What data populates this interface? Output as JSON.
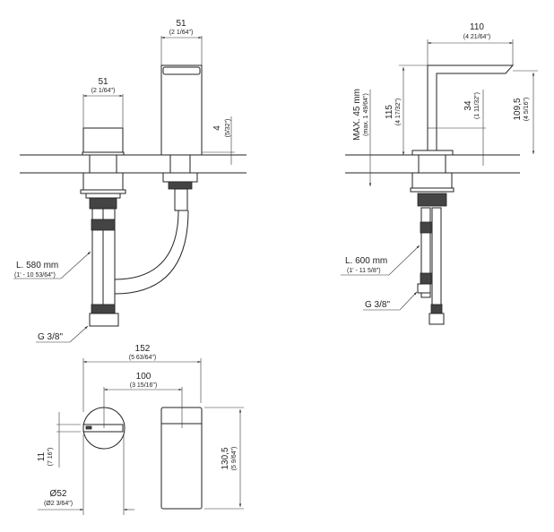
{
  "front_view": {
    "handle_width": {
      "value": "51",
      "imperial": "(2 1/64\")"
    },
    "spout_width": {
      "value": "51",
      "imperial": "(2 1/64\")"
    },
    "spout_offset": {
      "value": "4",
      "imperial": "(5/32\")"
    },
    "hose_length": {
      "value": "L. 580 mm",
      "imperial": "(1' - 10 53/64\")"
    },
    "connection": "G 3/8\""
  },
  "side_view": {
    "spout_reach": {
      "value": "110",
      "imperial": "(4 21/64\")"
    },
    "height": {
      "value": "115",
      "imperial": "(4 17/32\")"
    },
    "max_deck": {
      "value": "MAX. 45 mm",
      "imperial": "(max. 1 49/64\")"
    },
    "outlet_height": {
      "value": "34",
      "imperial": "(1 11/32\")"
    },
    "spout_height": {
      "value": "109,5",
      "imperial": "(4 5/16\")"
    },
    "hose_length": {
      "value": "L. 600 mm",
      "imperial": "(1' - 11 5/8\")"
    },
    "connection": "G 3/8\""
  },
  "top_view": {
    "overall_width": {
      "value": "152",
      "imperial": "(5 63/64\")"
    },
    "center_distance": {
      "value": "100",
      "imperial": "(3 15/16\")"
    },
    "lever_width": {
      "value": "11",
      "imperial": "(7 16\")"
    },
    "handle_diameter": {
      "value": "Ø52",
      "imperial": "(Ø2 3/64\")"
    },
    "spout_depth": {
      "value": "130,5",
      "imperial": "(5 9/64\")"
    }
  }
}
